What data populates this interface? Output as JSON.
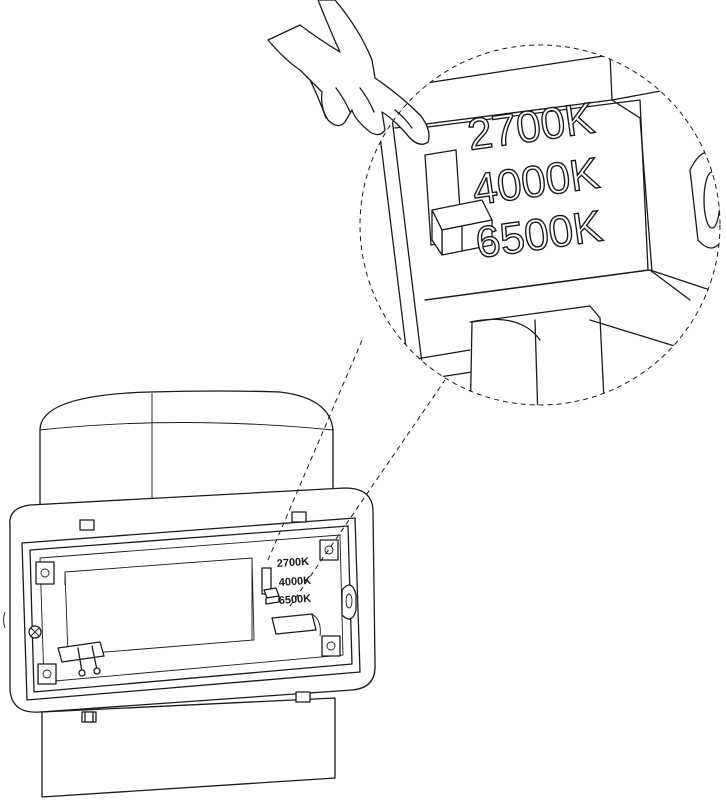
{
  "zoom_labels": [
    "2700K",
    "4000K",
    "6500K"
  ],
  "device_labels": [
    "2700K",
    "4000K",
    "6500K"
  ],
  "colors": {
    "line": "#1a1a1a",
    "background": "#ffffff"
  }
}
